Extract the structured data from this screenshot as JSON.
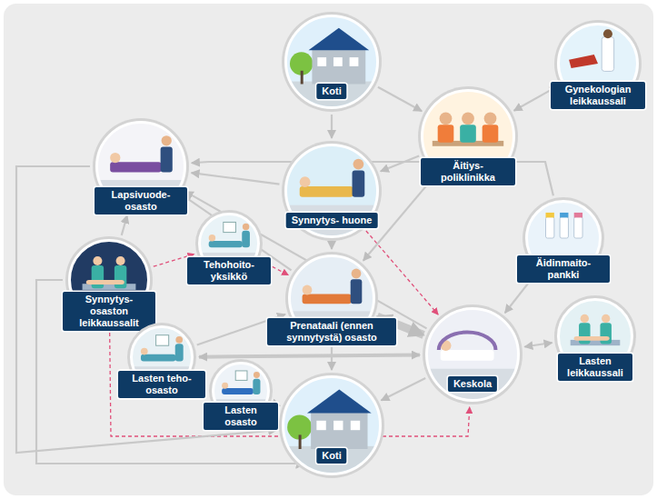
{
  "diagram": {
    "nodes": [
      {
        "text": [
          "Koti"
        ]
      },
      {
        "text": [
          "Gynekologian leikkaussali"
        ]
      },
      {
        "text": [
          "Äitiys- poliklinikka"
        ]
      },
      {
        "text": [
          "Lapsivuode- osasto"
        ]
      },
      {
        "text": [
          "Synnytys- huone"
        ]
      },
      {
        "text": [
          "Äidinmaito- pankki"
        ]
      },
      {
        "text": [
          "Tehohoito- yksikkö"
        ]
      },
      {
        "text": [
          "Synnytys- osaston leikkaussalit"
        ]
      },
      {
        "text": [
          "Prenataali (ennen synnytystä) osasto"
        ]
      },
      {
        "text": [
          "Keskola"
        ]
      },
      {
        "text": [
          "Lasten leikkaussali"
        ]
      },
      {
        "text": [
          "Lasten teho-osasto"
        ]
      },
      {
        "text": [
          "Lasten osasto"
        ]
      },
      {
        "text": [
          "Koti"
        ]
      }
    ],
    "edges": [
      {
        "from": 0,
        "to": 4,
        "arrow": "to"
      },
      {
        "from": 0,
        "to": 2,
        "arrow": "to"
      },
      {
        "from": 2,
        "to": 1,
        "arrow": "both"
      },
      {
        "from": 2,
        "to": 4,
        "arrow": "to"
      },
      {
        "from": 2,
        "to": 8,
        "arrow": "to"
      },
      {
        "from": 4,
        "to": 3,
        "arrow": "to"
      },
      {
        "from": 4,
        "to": 8,
        "arrow": "to"
      },
      {
        "from": 4,
        "to": 9,
        "arrow": "to"
      },
      {
        "from": 8,
        "to": 9,
        "arrow": "both"
      },
      {
        "from": 8,
        "to": 3,
        "arrow": "to"
      },
      {
        "from": 8,
        "to": 13,
        "arrow": "to"
      },
      {
        "from": 7,
        "to": 3,
        "arrow": "to"
      },
      {
        "from": 7,
        "to": 6,
        "arrow": "to"
      },
      {
        "from": 7,
        "to": 11,
        "arrow": "to"
      },
      {
        "from": 7,
        "to": 9,
        "arrow": "to"
      },
      {
        "from": 6,
        "to": 8,
        "arrow": "to"
      },
      {
        "from": 11,
        "to": 9,
        "arrow": "both"
      },
      {
        "from": 11,
        "to": 8,
        "arrow": "to"
      },
      {
        "from": 12,
        "to": 13,
        "arrow": "to"
      },
      {
        "from": 9,
        "to": 13,
        "arrow": "to"
      },
      {
        "from": 9,
        "to": 10,
        "arrow": "both"
      },
      {
        "from": 5,
        "to": 9,
        "arrow": "to"
      },
      {
        "from": 5,
        "to": 3,
        "arrow": "to"
      },
      {
        "from": 3,
        "to": 13,
        "arrow": "to"
      },
      {
        "from": 9,
        "to": 3,
        "arrow": "to"
      },
      {
        "from": 7,
        "to": 13,
        "arrow": "to"
      }
    ]
  }
}
